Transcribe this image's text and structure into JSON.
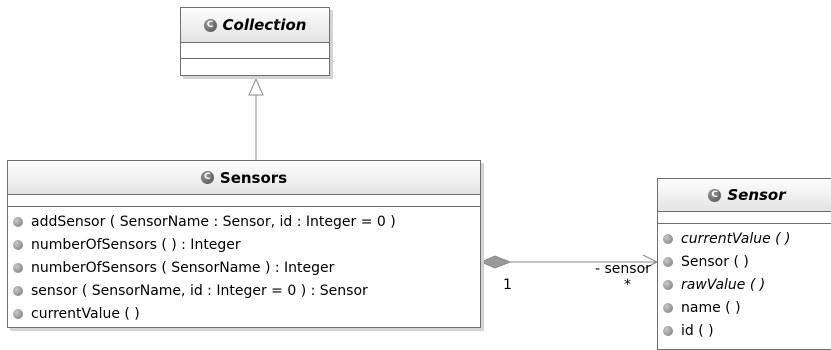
{
  "classes": {
    "collection": {
      "name": "Collection",
      "abstract": true,
      "operations": []
    },
    "sensors": {
      "name": "Sensors",
      "abstract": false,
      "operations": [
        {
          "text": "addSensor ( SensorName : Sensor, id : Integer = 0 )",
          "abstract": false
        },
        {
          "text": "numberOfSensors ( ) : Integer",
          "abstract": false
        },
        {
          "text": "numberOfSensors ( SensorName ) : Integer",
          "abstract": false
        },
        {
          "text": "sensor ( SensorName, id : Integer = 0 ) : Sensor",
          "abstract": false
        },
        {
          "text": "currentValue ( )",
          "abstract": false
        }
      ]
    },
    "sensor": {
      "name": "Sensor",
      "abstract": true,
      "operations": [
        {
          "text": "currentValue ( )",
          "abstract": true
        },
        {
          "text": "Sensor ( )",
          "abstract": false
        },
        {
          "text": "rawValue ( )",
          "abstract": true
        },
        {
          "text": "name ( )",
          "abstract": false
        },
        {
          "text": "id ( )",
          "abstract": false
        }
      ]
    }
  },
  "relations": {
    "generalization": {
      "from": "Sensors",
      "to": "Collection"
    },
    "composition": {
      "from": "Sensors",
      "to": "Sensor",
      "role": "- sensor",
      "source_multiplicity": "1",
      "target_multiplicity": "*"
    }
  },
  "icons": {
    "class_icon": "class-c-icon",
    "operation_icon": "operation-dot-icon"
  }
}
